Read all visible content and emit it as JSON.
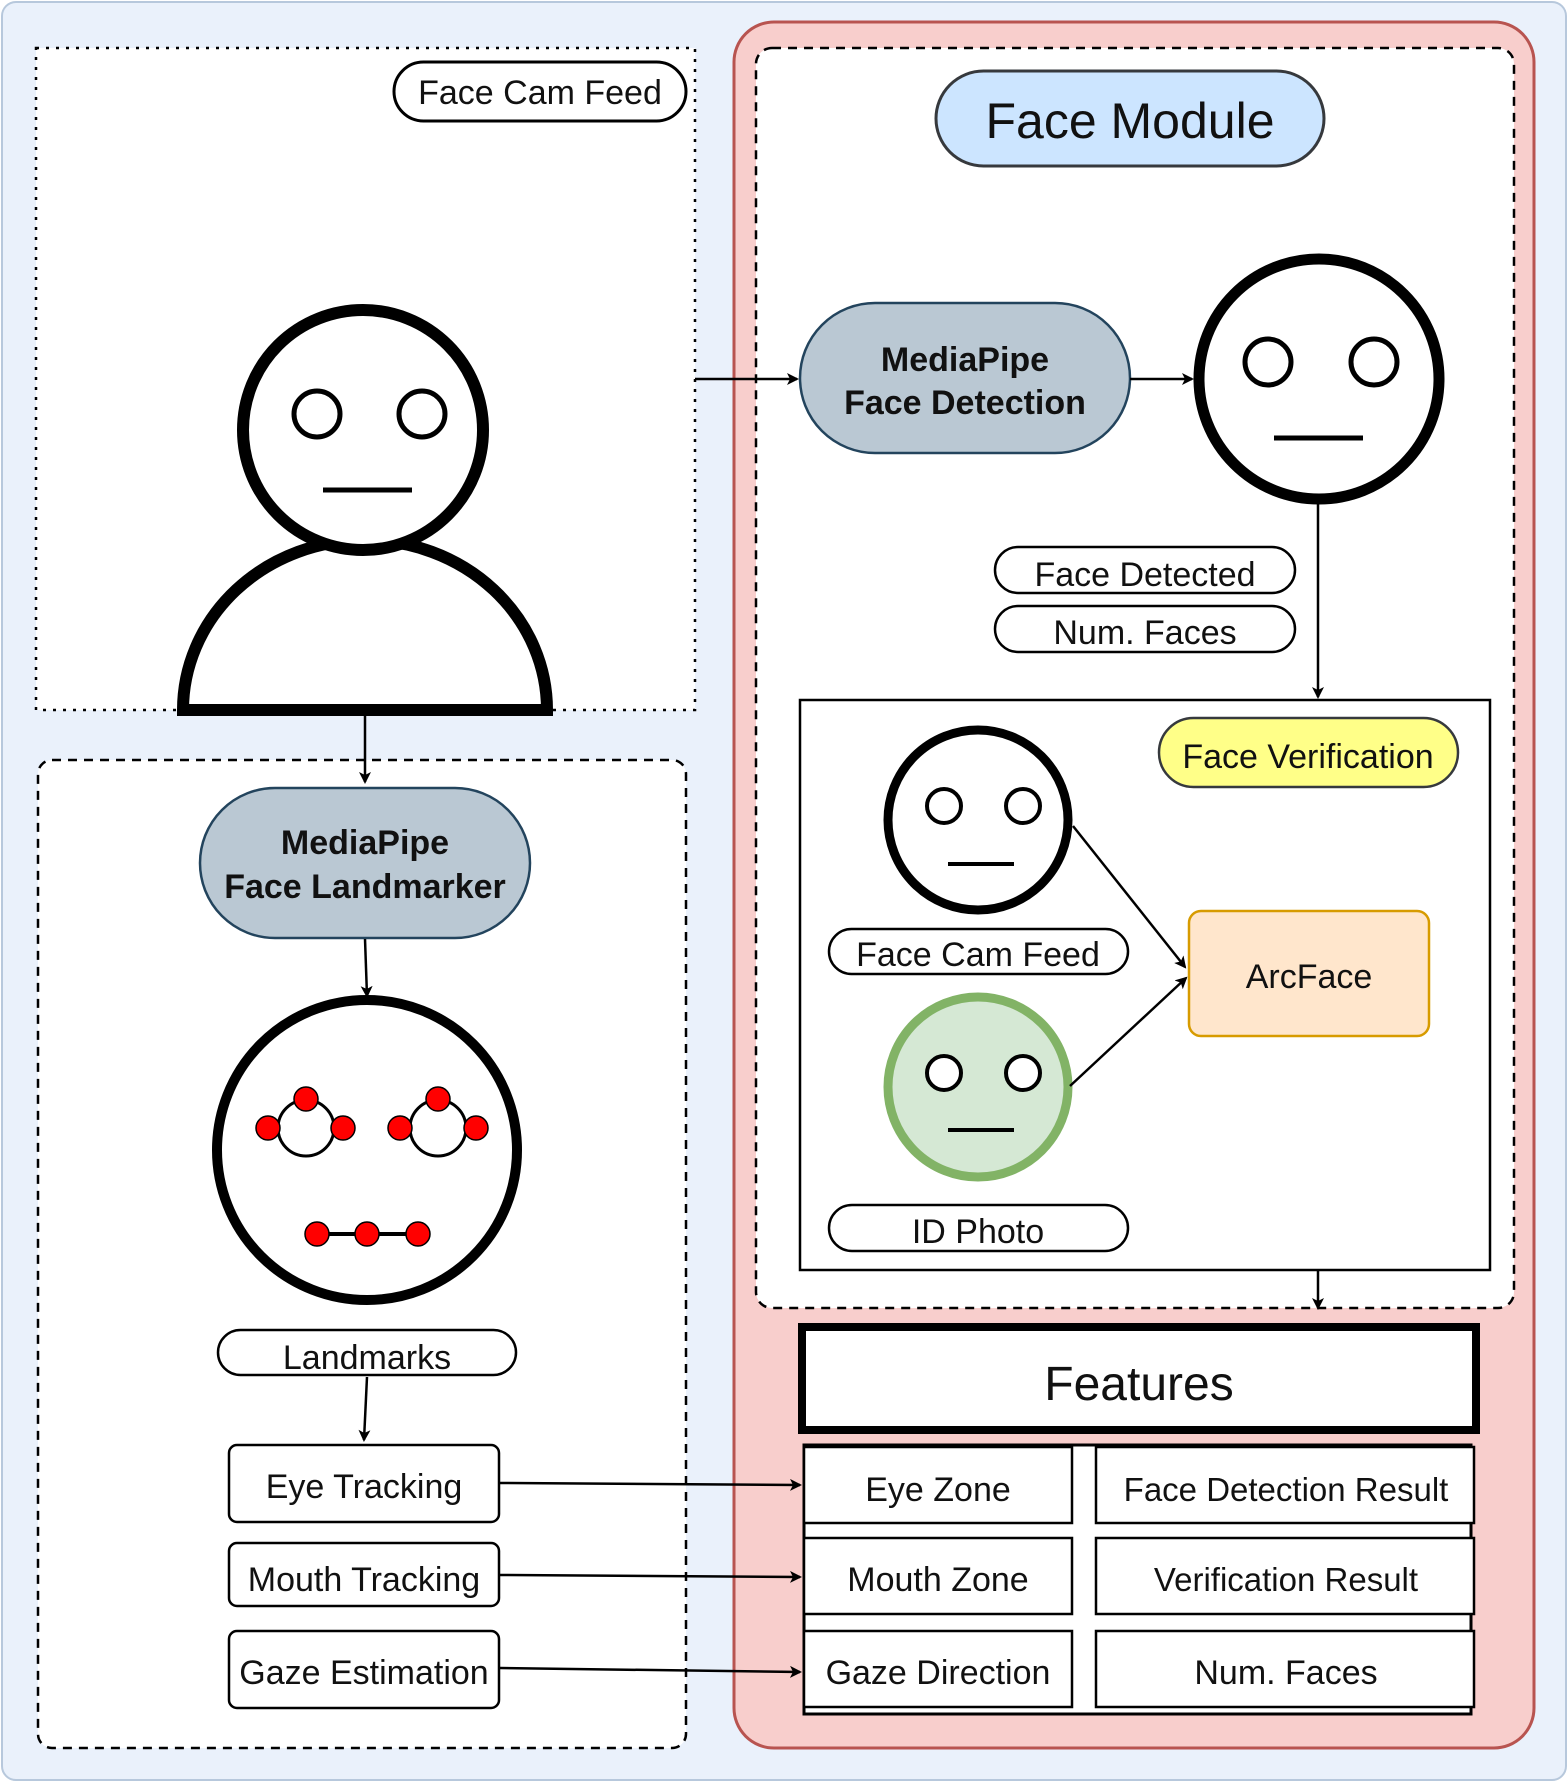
{
  "colors": {
    "background": "#eaf1fb",
    "face_module_bg": "#f8cecc",
    "face_module_border": "#b85450",
    "pill_blue": "#cce5ff",
    "mediapipe_node": "#bac8d3",
    "yellow_tag": "#ffff88",
    "arcface_fill": "#ffe6cc",
    "arcface_border": "#d79b00",
    "id_photo_fill": "#d5e8d4",
    "id_photo_border": "#82b366",
    "landmark_red": "#ff0000"
  },
  "left_top": {
    "feed_label": "Face Cam Feed",
    "person_icon": "person-icon"
  },
  "left_bottom": {
    "landmarker_line1": "MediaPipe",
    "landmarker_line2": "Face Landmarker",
    "landmark_face_icon": "face-landmarks-icon",
    "landmarks_label": "Landmarks",
    "eye_tracking": "Eye Tracking",
    "mouth_tracking": "Mouth Tracking",
    "gaze_estimation": "Gaze Estimation"
  },
  "face_module": {
    "title": "Face Module",
    "detection_line1": "MediaPipe",
    "detection_line2": "Face Detection",
    "detected_face_icon": "face-icon",
    "face_detected": "Face Detected",
    "num_faces": "Num. Faces",
    "verification": {
      "title": "Face Verification",
      "cam_feed_label": "Face Cam Feed",
      "id_photo_label": "ID Photo",
      "model": "ArcFace"
    }
  },
  "features": {
    "title": "Features",
    "rows": [
      [
        "Eye Zone",
        "Face Detection Result"
      ],
      [
        "Mouth Zone",
        "Verification Result"
      ],
      [
        "Gaze Direction",
        "Num. Faces"
      ]
    ]
  }
}
